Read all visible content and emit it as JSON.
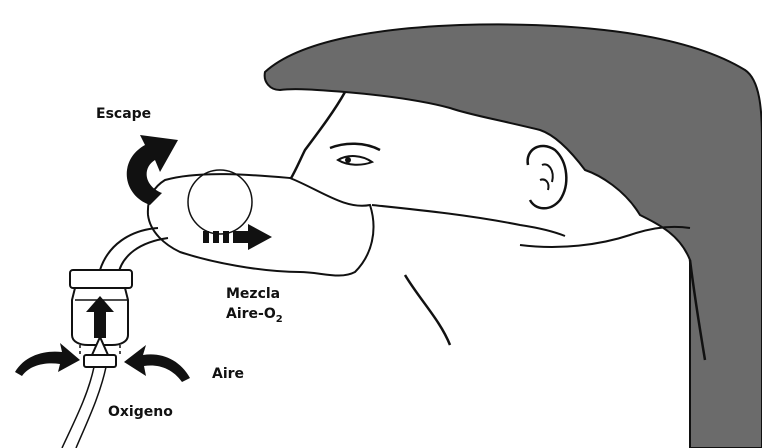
{
  "diagram": {
    "labels": {
      "escape": "Escape",
      "mix_line1": "Mezcla",
      "mix_line2_prefix": "Aire-O",
      "mix_line2_subscript": "2",
      "air": "Aire",
      "oxygen": "Oxigeno"
    },
    "colors": {
      "hair": "#6b6b6b",
      "ink": "#111111",
      "background": "#ffffff"
    }
  }
}
